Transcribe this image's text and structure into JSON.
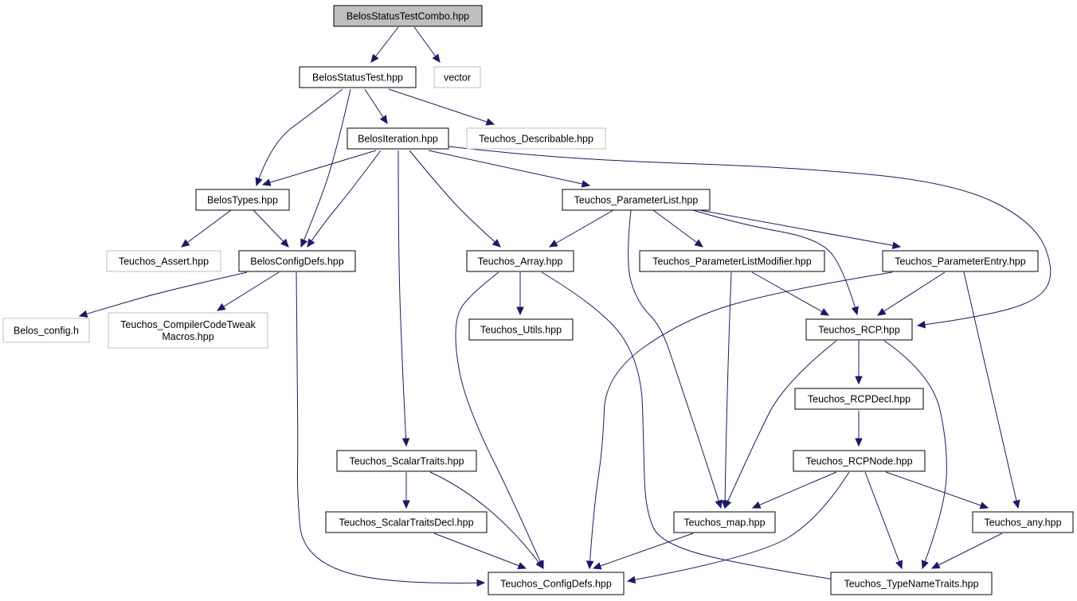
{
  "graph_title": "BelosStatusTestCombo.hpp",
  "colors": {
    "edge": "#191970",
    "root_fill": "#bfbfbf",
    "local_border": "#000000",
    "external_border": "#bfbfbf"
  },
  "nodes": [
    {
      "id": "root",
      "kind": "root",
      "lines": [
        "BelosStatusTestCombo.hpp"
      ]
    },
    {
      "id": "statustest",
      "kind": "local",
      "lines": [
        "BelosStatusTest.hpp"
      ]
    },
    {
      "id": "vector",
      "kind": "external",
      "lines": [
        "vector"
      ]
    },
    {
      "id": "describable",
      "kind": "external",
      "lines": [
        "Teuchos_Describable.hpp"
      ]
    },
    {
      "id": "iteration",
      "kind": "local",
      "lines": [
        "BelosIteration.hpp"
      ]
    },
    {
      "id": "belostypes",
      "kind": "local",
      "lines": [
        "BelosTypes.hpp"
      ]
    },
    {
      "id": "parameterlist",
      "kind": "local",
      "lines": [
        "Teuchos_ParameterList.hpp"
      ]
    },
    {
      "id": "assert",
      "kind": "external",
      "lines": [
        "Teuchos_Assert.hpp"
      ]
    },
    {
      "id": "configdefs_belos",
      "kind": "local",
      "lines": [
        "BelosConfigDefs.hpp"
      ]
    },
    {
      "id": "array",
      "kind": "local",
      "lines": [
        "Teuchos_Array.hpp"
      ]
    },
    {
      "id": "plmodifier",
      "kind": "local",
      "lines": [
        "Teuchos_ParameterListModifier.hpp"
      ]
    },
    {
      "id": "paramentry",
      "kind": "local",
      "lines": [
        "Teuchos_ParameterEntry.hpp"
      ]
    },
    {
      "id": "belosconfig",
      "kind": "external",
      "lines": [
        "Belos_config.h"
      ]
    },
    {
      "id": "compilertweak",
      "kind": "external",
      "lines": [
        "Teuchos_CompilerCodeTweak",
        "Macros.hpp"
      ]
    },
    {
      "id": "utils",
      "kind": "local",
      "lines": [
        "Teuchos_Utils.hpp"
      ]
    },
    {
      "id": "rcp",
      "kind": "local",
      "lines": [
        "Teuchos_RCP.hpp"
      ]
    },
    {
      "id": "rcpdecl",
      "kind": "local",
      "lines": [
        "Teuchos_RCPDecl.hpp"
      ]
    },
    {
      "id": "scalartraits",
      "kind": "local",
      "lines": [
        "Teuchos_ScalarTraits.hpp"
      ]
    },
    {
      "id": "rcpnode",
      "kind": "local",
      "lines": [
        "Teuchos_RCPNode.hpp"
      ]
    },
    {
      "id": "scalartraitsdecl",
      "kind": "local",
      "lines": [
        "Teuchos_ScalarTraitsDecl.hpp"
      ]
    },
    {
      "id": "map",
      "kind": "local",
      "lines": [
        "Teuchos_map.hpp"
      ]
    },
    {
      "id": "any",
      "kind": "local",
      "lines": [
        "Teuchos_any.hpp"
      ]
    },
    {
      "id": "teuchosconfigdefs",
      "kind": "local",
      "lines": [
        "Teuchos_ConfigDefs.hpp"
      ]
    },
    {
      "id": "typenametraits",
      "kind": "local",
      "lines": [
        "Teuchos_TypeNameTraits.hpp"
      ]
    }
  ],
  "edges": [
    {
      "from": "root",
      "to": "statustest"
    },
    {
      "from": "root",
      "to": "vector"
    },
    {
      "from": "statustest",
      "to": "belostypes"
    },
    {
      "from": "statustest",
      "to": "configdefs_belos"
    },
    {
      "from": "statustest",
      "to": "iteration"
    },
    {
      "from": "statustest",
      "to": "describable"
    },
    {
      "from": "iteration",
      "to": "belostypes"
    },
    {
      "from": "iteration",
      "to": "configdefs_belos"
    },
    {
      "from": "iteration",
      "to": "scalartraits"
    },
    {
      "from": "iteration",
      "to": "array"
    },
    {
      "from": "iteration",
      "to": "parameterlist"
    },
    {
      "from": "iteration",
      "to": "rcp"
    },
    {
      "from": "belostypes",
      "to": "assert"
    },
    {
      "from": "belostypes",
      "to": "configdefs_belos"
    },
    {
      "from": "configdefs_belos",
      "to": "belosconfig"
    },
    {
      "from": "configdefs_belos",
      "to": "compilertweak"
    },
    {
      "from": "configdefs_belos",
      "to": "teuchosconfigdefs"
    },
    {
      "from": "parameterlist",
      "to": "array"
    },
    {
      "from": "parameterlist",
      "to": "map"
    },
    {
      "from": "parameterlist",
      "to": "plmodifier"
    },
    {
      "from": "parameterlist",
      "to": "rcp"
    },
    {
      "from": "parameterlist",
      "to": "paramentry"
    },
    {
      "from": "array",
      "to": "teuchosconfigdefs"
    },
    {
      "from": "array",
      "to": "utils"
    },
    {
      "from": "array",
      "to": "typenametraits"
    },
    {
      "from": "plmodifier",
      "to": "map"
    },
    {
      "from": "plmodifier",
      "to": "rcp"
    },
    {
      "from": "paramentry",
      "to": "teuchosconfigdefs"
    },
    {
      "from": "paramentry",
      "to": "rcp"
    },
    {
      "from": "paramentry",
      "to": "any"
    },
    {
      "from": "rcp",
      "to": "map"
    },
    {
      "from": "rcp",
      "to": "rcpdecl"
    },
    {
      "from": "rcp",
      "to": "typenametraits"
    },
    {
      "from": "rcpdecl",
      "to": "rcpnode"
    },
    {
      "from": "rcpnode",
      "to": "map"
    },
    {
      "from": "rcpnode",
      "to": "teuchosconfigdefs"
    },
    {
      "from": "rcpnode",
      "to": "typenametraits"
    },
    {
      "from": "rcpnode",
      "to": "any"
    },
    {
      "from": "scalartraits",
      "to": "scalartraitsdecl"
    },
    {
      "from": "scalartraits",
      "to": "teuchosconfigdefs"
    },
    {
      "from": "scalartraitsdecl",
      "to": "teuchosconfigdefs"
    },
    {
      "from": "map",
      "to": "teuchosconfigdefs"
    },
    {
      "from": "any",
      "to": "typenametraits"
    }
  ]
}
